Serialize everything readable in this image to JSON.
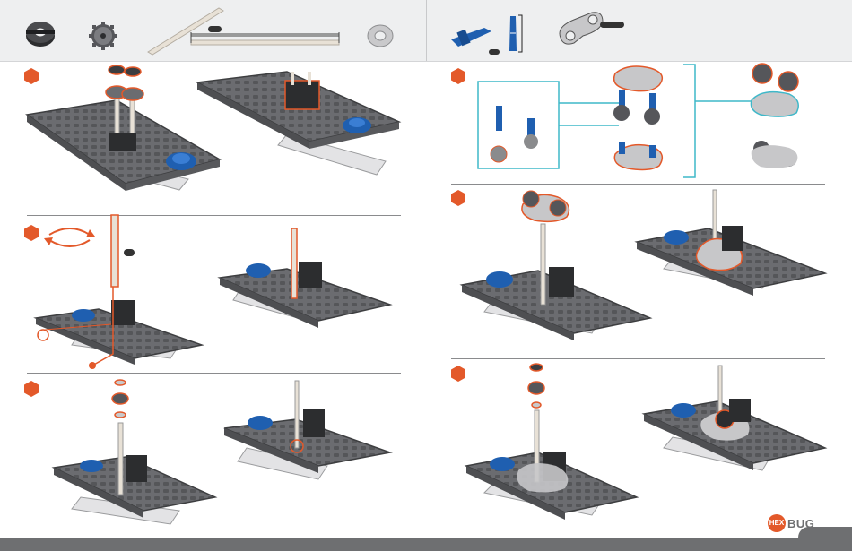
{
  "parts_bar": {
    "items": [
      "gear-bushing-icon",
      "small-gear-icon",
      "long-axle-icon",
      "washer-icon",
      "blue-pin-icon",
      "gear-link-icon"
    ]
  },
  "steps": [
    {
      "id": "step-1",
      "panel": "left-top"
    },
    {
      "id": "step-2",
      "panel": "left-middle"
    },
    {
      "id": "step-3",
      "panel": "left-bottom"
    },
    {
      "id": "step-4",
      "panel": "right-top"
    },
    {
      "id": "step-5",
      "panel": "right-middle"
    },
    {
      "id": "step-6",
      "panel": "right-bottom"
    }
  ],
  "brand": {
    "logo_dot": "HEX",
    "logo_text": "BUG"
  },
  "colors": {
    "accent": "#e3592a",
    "blue": "#1f5fb0",
    "teal": "#3fb8c9",
    "plate": "#6b6c70",
    "footer": "#6e6f71"
  }
}
